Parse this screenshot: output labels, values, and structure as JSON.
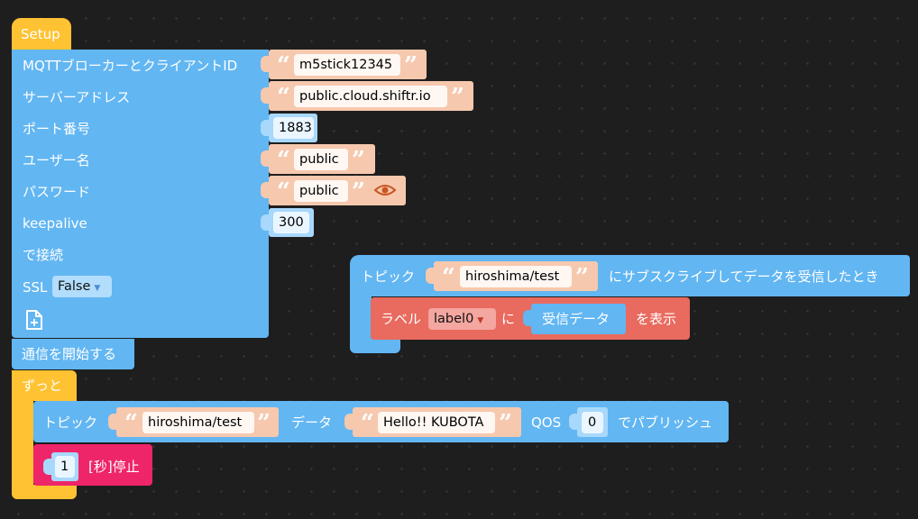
{
  "setup": {
    "hat_label": "Setup",
    "mqtt": {
      "client_id_label": "MQTTブローカーとクライアントID",
      "client_id_value": "m5stick12345",
      "server_label": "サーバーアドレス",
      "server_value": "public.cloud.shiftr.io",
      "port_label": "ポート番号",
      "port_value": "1883",
      "username_label": "ユーザー名",
      "username_value": "public",
      "password_label": "パスワード",
      "password_value": "public",
      "keepalive_label": "keepalive",
      "keepalive_value": "300",
      "connect_label": "で接続",
      "ssl_label": "SSL",
      "ssl_value": "False"
    },
    "start_comm_label": "通信を開始する"
  },
  "subscribe": {
    "topic_prefix": "トピック",
    "topic_value": "hiroshima/test",
    "suffix": "にサブスクライブしてデータを受信したとき",
    "label_block": {
      "prefix": "ラベル",
      "label_value": "label0",
      "ni": "に",
      "data_value": "受信データ",
      "suffix": "を表示"
    }
  },
  "forever": {
    "label": "ずっと",
    "publish": {
      "topic_prefix": "トピック",
      "topic_value": "hiroshima/test",
      "data_label": "データ",
      "data_value": "Hello!! KUBOTA",
      "qos_label": "QOS",
      "qos_value": "0",
      "suffix": "でパブリッシュ"
    },
    "wait": {
      "value": "1",
      "label": "[秒]停止"
    }
  },
  "icons": {
    "quote_open": "“",
    "quote_close": "”",
    "dropdown_arrow": "▼"
  },
  "colors": {
    "background": "#1e1e1e",
    "setup_yellow": "#ffc233",
    "mqtt_blue": "#62b6f2",
    "number_blue": "#a8d8fb",
    "text_peach": "#f6c8ae",
    "label_red": "#e96a5e",
    "wait_pink": "#ee2568"
  }
}
